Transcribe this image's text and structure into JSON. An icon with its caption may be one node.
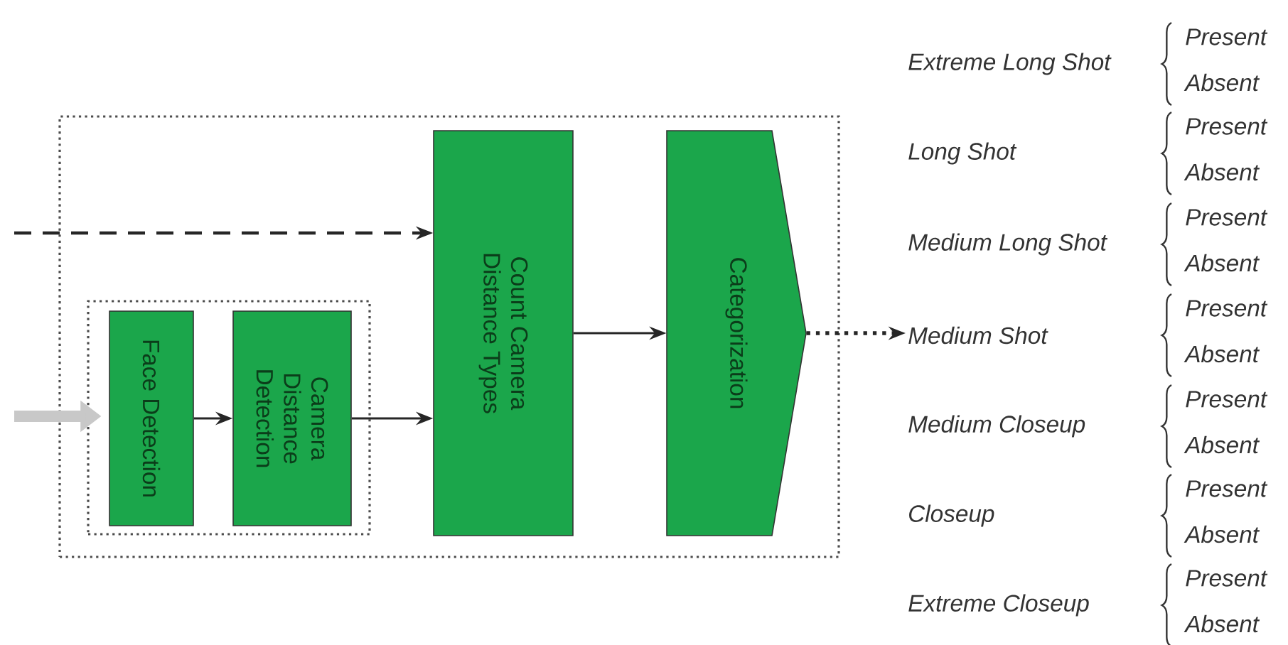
{
  "diagram": {
    "nodes": [
      {
        "text": [],
        "shape": "box"
      },
      {
        "text": [],
        "shape": "box",
        "in": 0
      },
      {
        "text": [
          "Face Detection"
        ],
        "in": 1
      },
      {
        "text": [
          "Camera Distance Detection"
        ],
        "in": 1
      },
      {
        "text": [
          "Count Camera Distance Types"
        ],
        "in": 0
      },
      {
        "text": [
          "Categorization"
        ],
        "in": 0
      },
      {
        "text": [
          "Extreme Long Shot"
        ],
        "beside": [
          "Present",
          "Absent"
        ]
      },
      {
        "text": [
          "Long Shot"
        ],
        "beside": [
          "Present",
          "Absent"
        ]
      },
      {
        "text": [
          "Medium Long Shot"
        ],
        "beside": [
          "Present",
          "Absent"
        ]
      },
      {
        "text": [
          "Medium Shot"
        ],
        "beside": [
          "Present",
          "Absent"
        ]
      },
      {
        "text": [
          "Medium Closeup"
        ],
        "beside": [
          "Present",
          "Absent"
        ]
      },
      {
        "text": [
          "Closeup"
        ],
        "beside": [
          "Present",
          "Absent"
        ]
      },
      {
        "text": [
          "Extreme Closeup"
        ],
        "beside": [
          "Present",
          "Absent"
        ]
      }
    ],
    "edges": [
      {
        "from": null,
        "to": 4,
        "arrow": "to",
        "style": "dashed"
      },
      {
        "from": null,
        "to": 2,
        "arrow": "to",
        "style": "thick",
        "color": "#c8c8c8"
      },
      {
        "from": 2,
        "to": 3,
        "arrow": "to"
      },
      {
        "from": 3,
        "to": 4,
        "arrow": "to"
      },
      {
        "from": 4,
        "to": 5,
        "arrow": "to"
      },
      {
        "from": 5,
        "to": 9,
        "arrow": "to",
        "style": "dashed"
      }
    ]
  }
}
